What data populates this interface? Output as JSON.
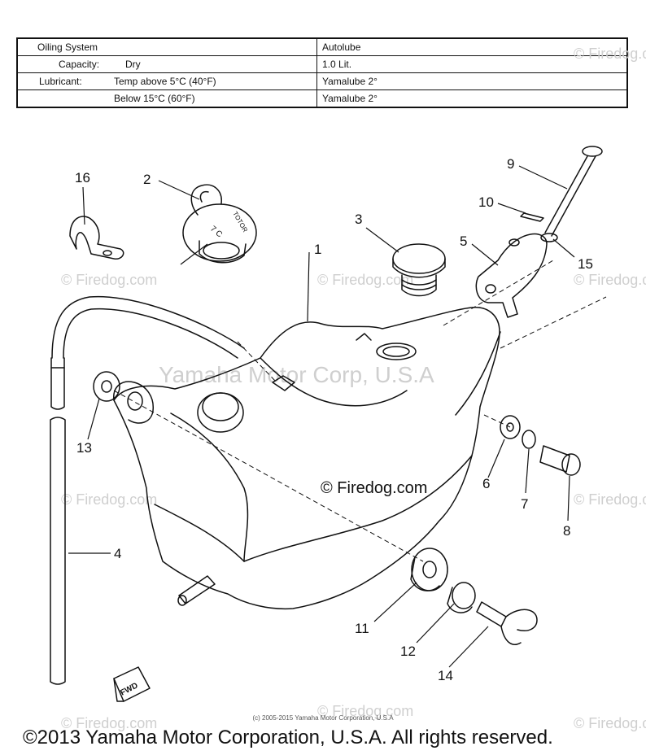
{
  "spec_table": {
    "rows": [
      {
        "label": "Oiling System",
        "sub": "",
        "value": "Autolube",
        "indent": false
      },
      {
        "label": "Capacity:",
        "sub": "Dry",
        "value": "1.0 Lit.",
        "indent": true
      },
      {
        "label": "Lubricant:",
        "sub": "Temp above 5°C (40°F)",
        "value": "Yamalube 2°",
        "indent": false
      },
      {
        "label": "",
        "sub": "Below 15°C (60°F)",
        "value": "Yamalube 2°",
        "indent": false
      }
    ]
  },
  "callouts": [
    "1",
    "2",
    "3",
    "4",
    "5",
    "6",
    "7",
    "8",
    "9",
    "10",
    "11",
    "12",
    "13",
    "14",
    "15",
    "16"
  ],
  "cap_label": "TOTOR",
  "cap_digits": "7 C",
  "fwd_label": "FWD",
  "watermarks": {
    "firedog": "© Firedog.com",
    "yamaha": "Yamaha Motor Corp, U.S.A",
    "center": "© Firedog.com"
  },
  "footer": {
    "small": "(c) 2005-2015 Yamaha Motor Corporation, U.S.A",
    "main": "©2013 Yamaha Motor Corporation, U.S.A. All rights reserved."
  }
}
